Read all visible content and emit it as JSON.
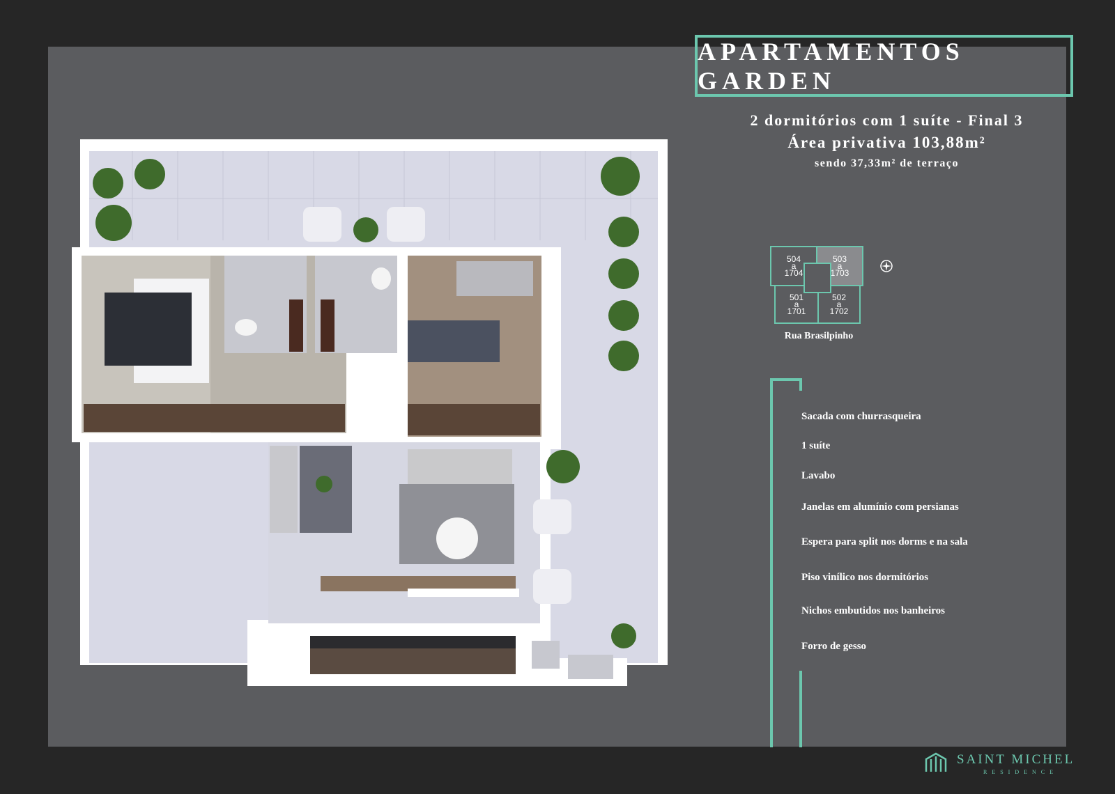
{
  "title": "APARTAMENTOS GARDEN",
  "subtitle": {
    "line1": "2 dormitórios com 1 suíte - Final 3",
    "line2": "Área privativa 103,88m²",
    "line3": "sendo 37,33m² de terraço"
  },
  "keyplan": {
    "units": [
      {
        "label": "504\na\n1704",
        "highlight": false
      },
      {
        "label": "503\na\n1703",
        "highlight": true
      },
      {
        "label": "501\na\n1701",
        "highlight": false
      },
      {
        "label": "502\na\n1702",
        "highlight": false
      }
    ],
    "street": "Rua Brasilpinho"
  },
  "features": [
    "Sacada com churrasqueira",
    "1 suíte",
    "Lavabo",
    "Janelas em alumínio com persianas",
    "Espera para split nos dorms e na sala",
    "Piso vinílico nos dormitórios",
    "Nichos embutidos nos banheiros",
    "Forro de gesso"
  ],
  "brand": {
    "name": "SAINT MICHEL",
    "tagline": "RESIDENCE"
  },
  "colors": {
    "background": "#262626",
    "panel": "#5b5c5f",
    "accent": "#6cc7ae",
    "text": "#ffffff"
  }
}
